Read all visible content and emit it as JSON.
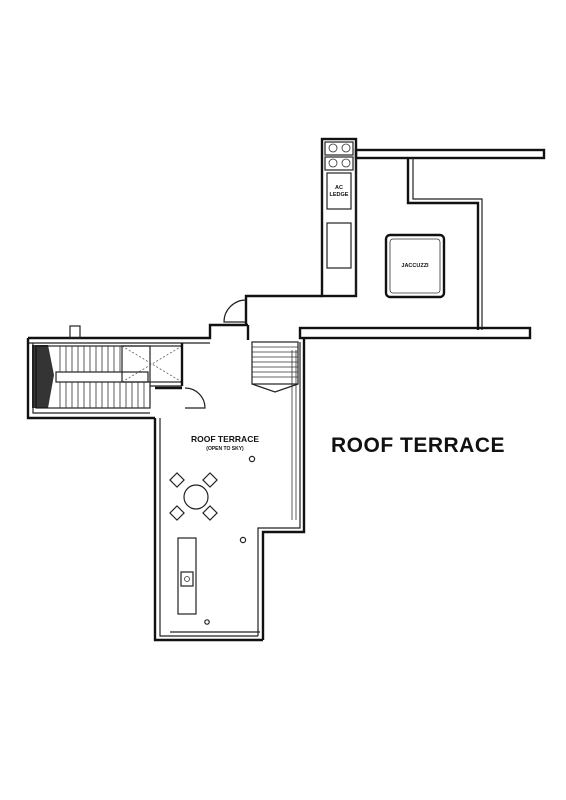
{
  "labels": {
    "title": "ROOF TERRACE",
    "room_name": "ROOF TERRACE",
    "room_note": "(OPEN TO SKY)",
    "jacuzzi": "JACCUZZI",
    "ac_ledge_line1": "AC",
    "ac_ledge_line2": "LEDGE"
  }
}
